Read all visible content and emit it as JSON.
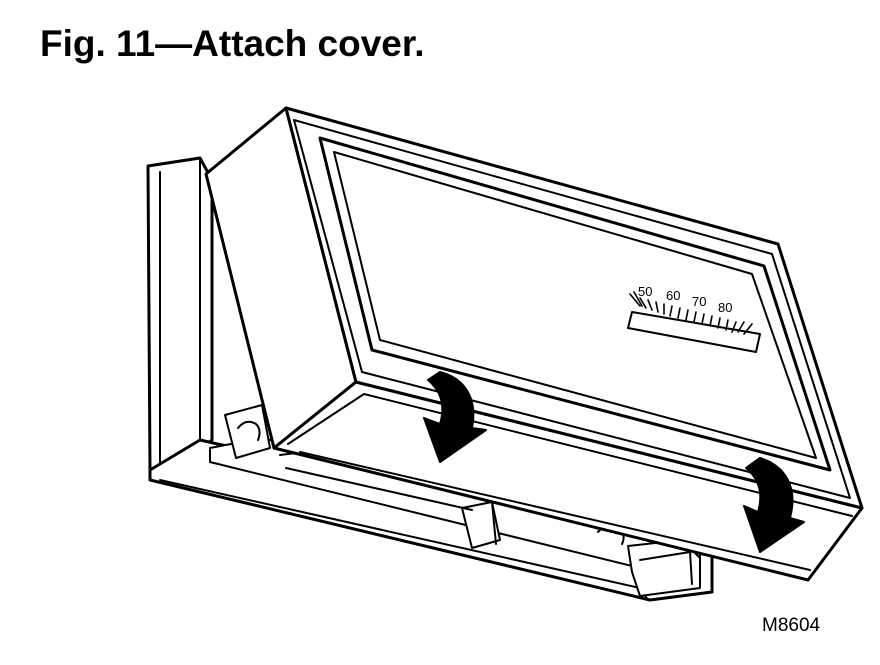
{
  "figure": {
    "title": "Fig. 11—Attach cover.",
    "model_code": "M8604"
  },
  "scale": {
    "labels": [
      "50",
      "60",
      "70",
      "80"
    ]
  },
  "icons": {
    "arrows": [
      "curved-arrow-down-icon",
      "curved-arrow-down-icon"
    ]
  },
  "colors": {
    "ink": "#000000",
    "paper": "#ffffff"
  }
}
